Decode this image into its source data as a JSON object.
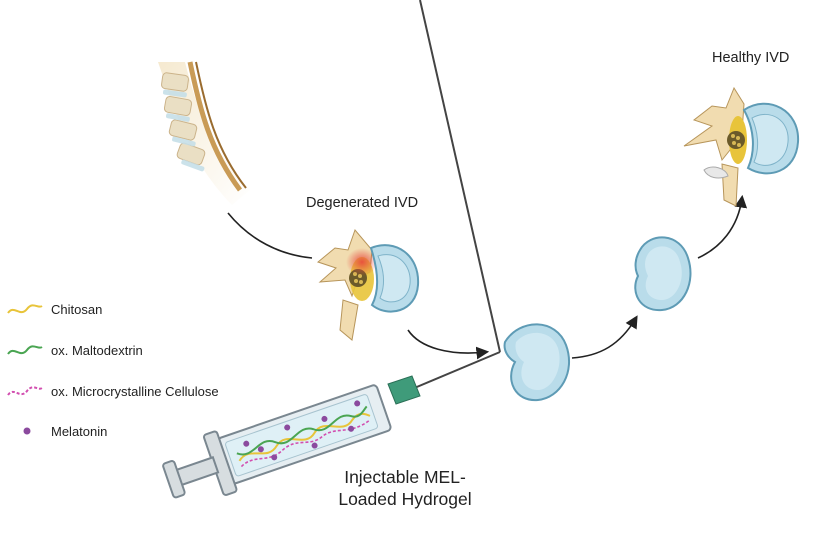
{
  "labels": {
    "degenerated": "Degenerated IVD",
    "healthy": "Healthy IVD",
    "hydrogel_line1": "Injectable MEL-",
    "hydrogel_line2": "Loaded Hydrogel"
  },
  "legend": [
    {
      "label": "Chitosan",
      "icon": "yellow-wave-line-icon",
      "color": "#e8c43a"
    },
    {
      "label": "ox. Maltodextrin",
      "icon": "green-wave-line-icon",
      "color": "#4aa552"
    },
    {
      "label": "ox. Microcrystalline Cellulose",
      "icon": "pink-dashed-wave-icon",
      "color": "#d24fb0"
    },
    {
      "label": "Melatonin",
      "icon": "purple-dot-icon",
      "color": "#8b4a9e"
    }
  ],
  "colors": {
    "disc_fill": "#b9dcea",
    "disc_stroke": "#5e9bb5",
    "bone": "#f1dcb0",
    "bone_stroke": "#b7955a",
    "syringe_body": "#e6eef2",
    "needle_hub": "#3f9b7a",
    "inflammation": "#e85a4f"
  }
}
